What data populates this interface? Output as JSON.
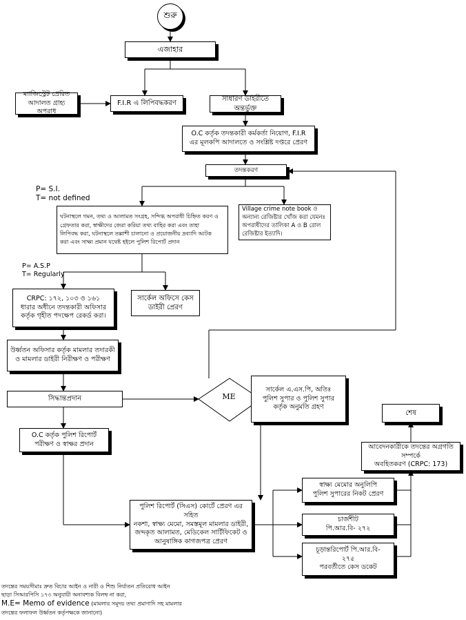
{
  "start": "শুরু",
  "ejahar": "এজাহার",
  "magistrate": "ম্যাজিস্ট্রেট প্রেরিত\nআদালত গ্রাহ্য অপরাধ",
  "fir": "F.I.R এ লিপিবদ্ধকরণ",
  "general_diary": "সাধারণ ডাইরীতে অন্তর্ভুক্ত",
  "oc_appoint": "O.C কর্তৃক তদন্তকারী কর্মকর্তা নিয়োগ, F.I.R\nএর মূলকপি আদালতে ও সংশ্লিষ্ট দপ্তরে প্রেরণ",
  "investigation": "তদন্তকরণ",
  "pt_note": "P= S.I.\nT= not defined",
  "big_box": "ঘটনাস্থলে গমন, তথ্য ও আলামত সংগ্রহ, সন্দিগ্ধ অপরাধী চিহ্নিত করণ ও\nগ্রেফতার করা, স্বাক্ষীদের জেরা করিয়া তথ্য বাহির করা এবং তাহা\nলিপিবদ্ধ করা, ঘটনাস্থলে তল্লাশী চালানো ও প্রয়োজনীয় দ্রব্যাদি আটক\nকরা এবং সাক্ষ্য প্রমান যথেষ্ট হইলে পুলিশ রিপোর্ট প্রদান",
  "village": "Village crime note book ও\nঅন্যান্য রেজিষ্টার খোঁজ করা যেমনঃ\nঅপরাধীদের তালিকা A ও B রোল\nরেজিষ্টার ইত্যাদি।",
  "pt_note2": "P= A.S.P\nT= Regularly",
  "crpc": "CRPC: ১৭২, ১০৩ ও ১৬১\nধারার অধীনে তদন্তকারী অফিসার\nকর্তৃক গৃহীত পদক্ষেপ রেকর্ড করা।",
  "circle_office": "সার্কেল অফিসে কেস\nডাইরী প্রেরণ",
  "senior": "উর্ধ্বতন অফিসার কর্তৃক মামলার তদারকী\nও মামলার ডাইরী নিরীক্ষণ ও পরীক্ষণ",
  "decision": "সিদ্ধান্তপ্রদান",
  "me": "ME",
  "circle_asp": "সার্কেল এ.এস.পি, অতিঃ\nপুলিশ সুপার ও পুলিশ সুপার\nকর্তৃক অনুমতি গ্রহণ",
  "oc_report": "O.C কর্তৃক পুলিশ রিপোর্ট\nপরীক্ষণ ও স্বাক্ষর প্রদান",
  "police_report": "পুলিশ রিপোর্ট (সিএস) কোর্টে প্রেরণ এর সহিত\nনকশা, স্বাক্ষ্য মেমো, সমস্তমূল মামলার ডাইরী,\nজব্দকৃত আলামত, মেডিকেল সার্টিফিকেট ও\nআনুষাঙ্গিক কাগজপত্র প্রেরণ",
  "memo_copy": "স্বাক্ষ্য মেমোর অনুলিপি\nপুলিশ সুপারের নিকট প্রেরণ",
  "chargesheet": "চার্জশীট\nপি.আর.বি- ২৭২",
  "final_report": "চূড়ান্তরিপোর্ট পি.আর.বি-\n২৭৫\nপরবর্তীতে কেস ডকেট",
  "applicant": "আবেদনকারীকে তদন্তের অগ্রগতি সম্পর্কে\nঅবহিতকরণ (CRPC: 173)",
  "end": "শেষ",
  "footnote1": "তদন্তের সময়সীমাঃ দ্রুত বিচার আইন ও নারী ও শিশু নির্যাতন প্রতিরোধ আইন",
  "footnote2": "ছাড়া সিআরপিসি ১৭৩ অনুযায়ী অনাবশ্যক বিলম্ব না করা,",
  "footnote3": "M.E= Memo of evidence",
  "footnote3b": " (মামলার সমূদয় তথ্য প্রমাণাদি সহ মামলার",
  "footnote4": "তদন্তের ফলাফল উর্ধ্বতন কর্তৃপক্ষকে জানানো)"
}
